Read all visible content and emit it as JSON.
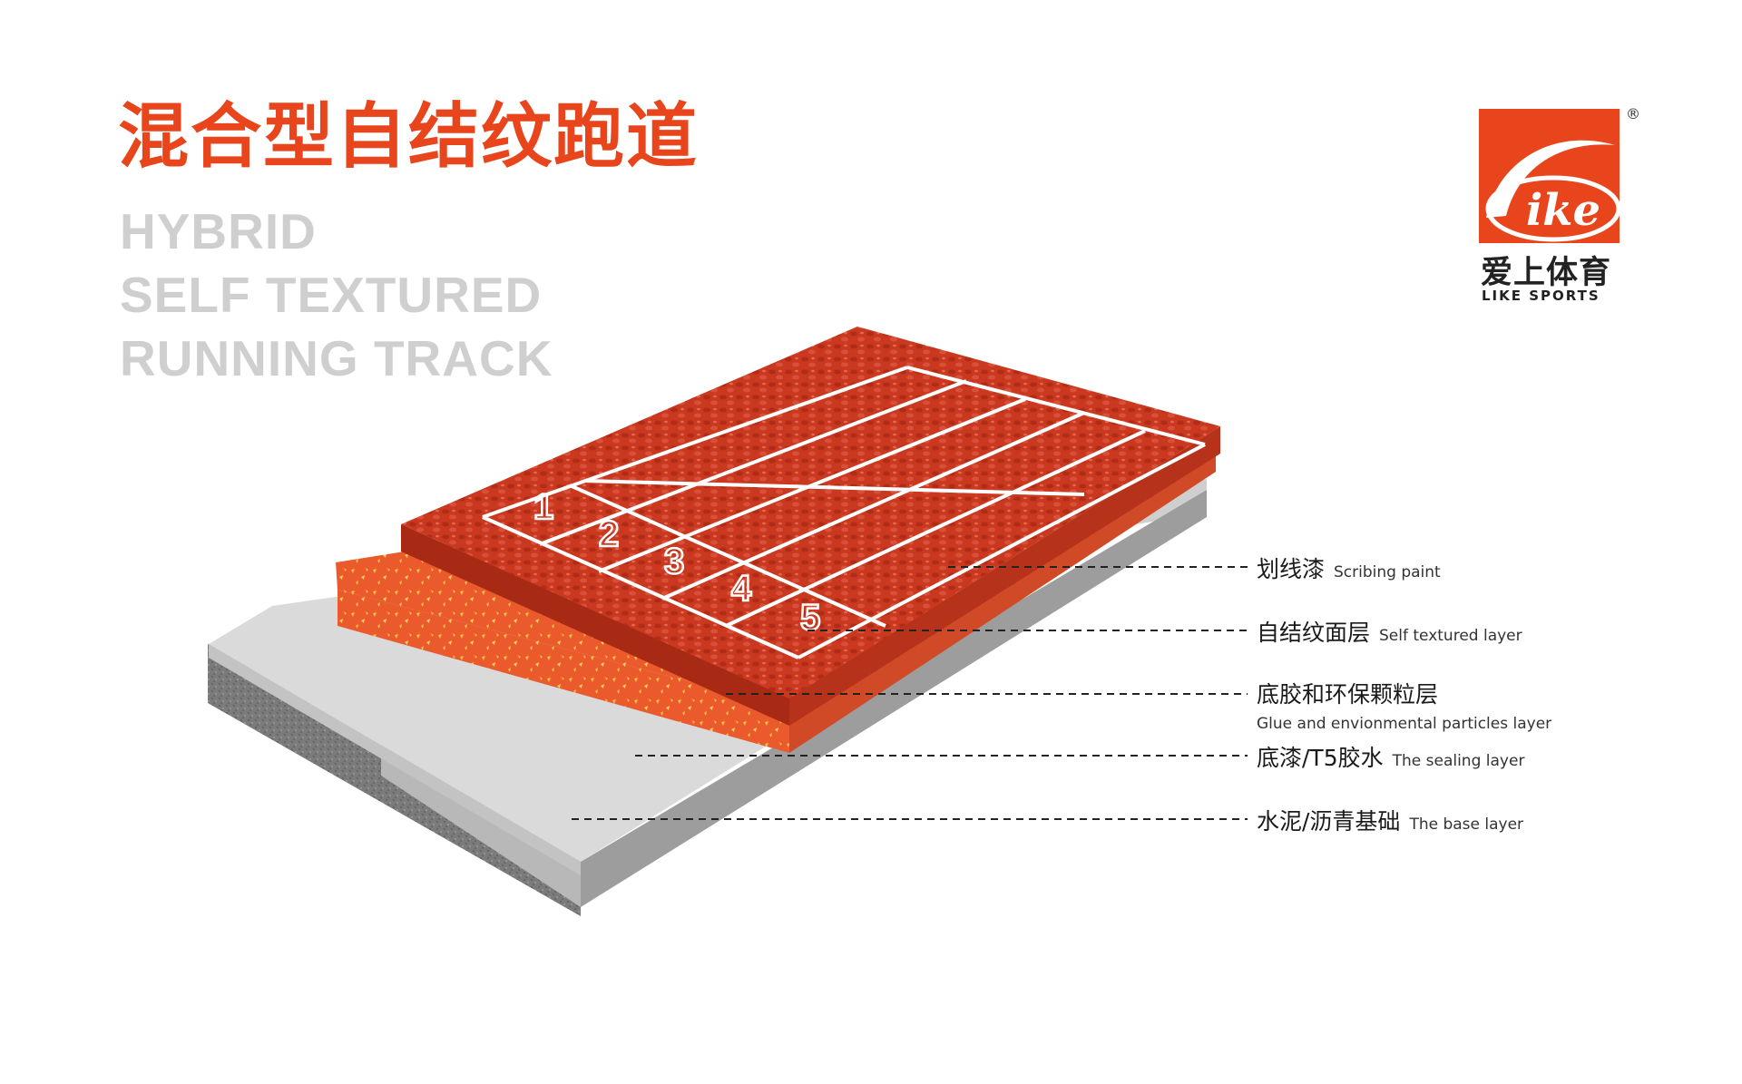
{
  "title": {
    "cn": "混合型自结纹跑道",
    "en_lines": [
      "HYBRID",
      "SELF TEXTURED",
      "RUNNING TRACK"
    ]
  },
  "logo": {
    "wordmark": "ike",
    "registered": "®",
    "cn": "爱上体育",
    "en": "LIKE SPORTS"
  },
  "lane_numbers": [
    "1",
    "2",
    "3",
    "4",
    "5"
  ],
  "layers": [
    {
      "cn": "划线漆",
      "en": "Scribing paint"
    },
    {
      "cn": "自结纹面层",
      "en": "Self textured layer"
    },
    {
      "cn": "底胶和环保颗粒层",
      "en": "Glue and envionmental particles layer"
    },
    {
      "cn": "底漆/T5胶水",
      "en": "The sealing layer"
    },
    {
      "cn": "水泥/沥青基础",
      "en": "The base layer"
    }
  ],
  "colors": {
    "brand": "#e8451c",
    "track_red": "#c9381f",
    "particle_layer": "#ea5a2c",
    "particle_speckle": "#f5c443",
    "sealing_layer": "#d9d9d9",
    "base_layer": "#a9a9a9",
    "asphalt": "#7a7a7a"
  }
}
